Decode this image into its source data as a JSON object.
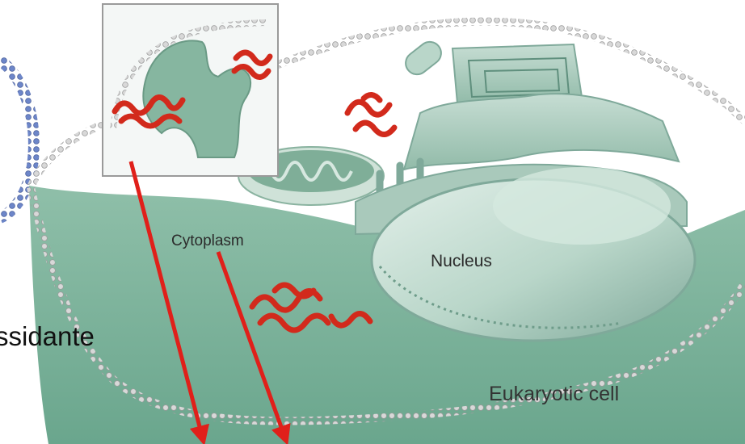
{
  "labels": {
    "cytoplasm": "Cytoplasm",
    "nucleus": "Nucleus",
    "cell": "Eukaryotic cell",
    "partial_text": "ssidante"
  }
}
